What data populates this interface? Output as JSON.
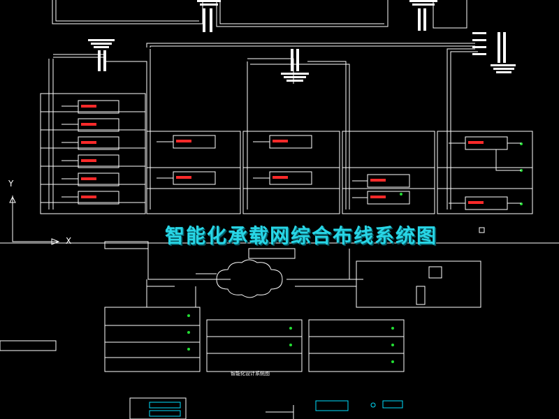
{
  "drawing": {
    "title": "智能化承载网综合布线系统图",
    "axis_y": "Y",
    "axis_x": "X",
    "bottom_caption": "智能化设计系统图",
    "colors": {
      "background": "#000000",
      "line": "#ffffff",
      "title": "#28d6e6",
      "equipment": "#ff2a2a",
      "indicator": "#22dd33",
      "accent": "#00e0ff"
    }
  }
}
